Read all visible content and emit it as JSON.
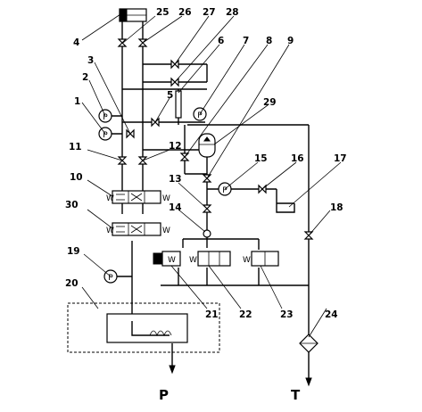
{
  "callouts": {
    "n1": "1",
    "n2": "2",
    "n3": "3",
    "n4": "4",
    "n5": "5",
    "n6": "6",
    "n7": "7",
    "n8": "8",
    "n9": "9",
    "n10": "10",
    "n11": "11",
    "n12": "12",
    "n13": "13",
    "n14": "14",
    "n15": "15",
    "n16": "16",
    "n17": "17",
    "n18": "18",
    "n19": "19",
    "n20": "20",
    "n21": "21",
    "n22": "22",
    "n23": "23",
    "n24": "24",
    "n25": "25",
    "n26": "26",
    "n27": "27",
    "n28": "28",
    "n29": "29",
    "n30": "30"
  },
  "ports": {
    "pressure": "P",
    "tank": "T"
  },
  "symbols": {
    "gauge_letter": "P",
    "solenoid_letter": "W"
  }
}
